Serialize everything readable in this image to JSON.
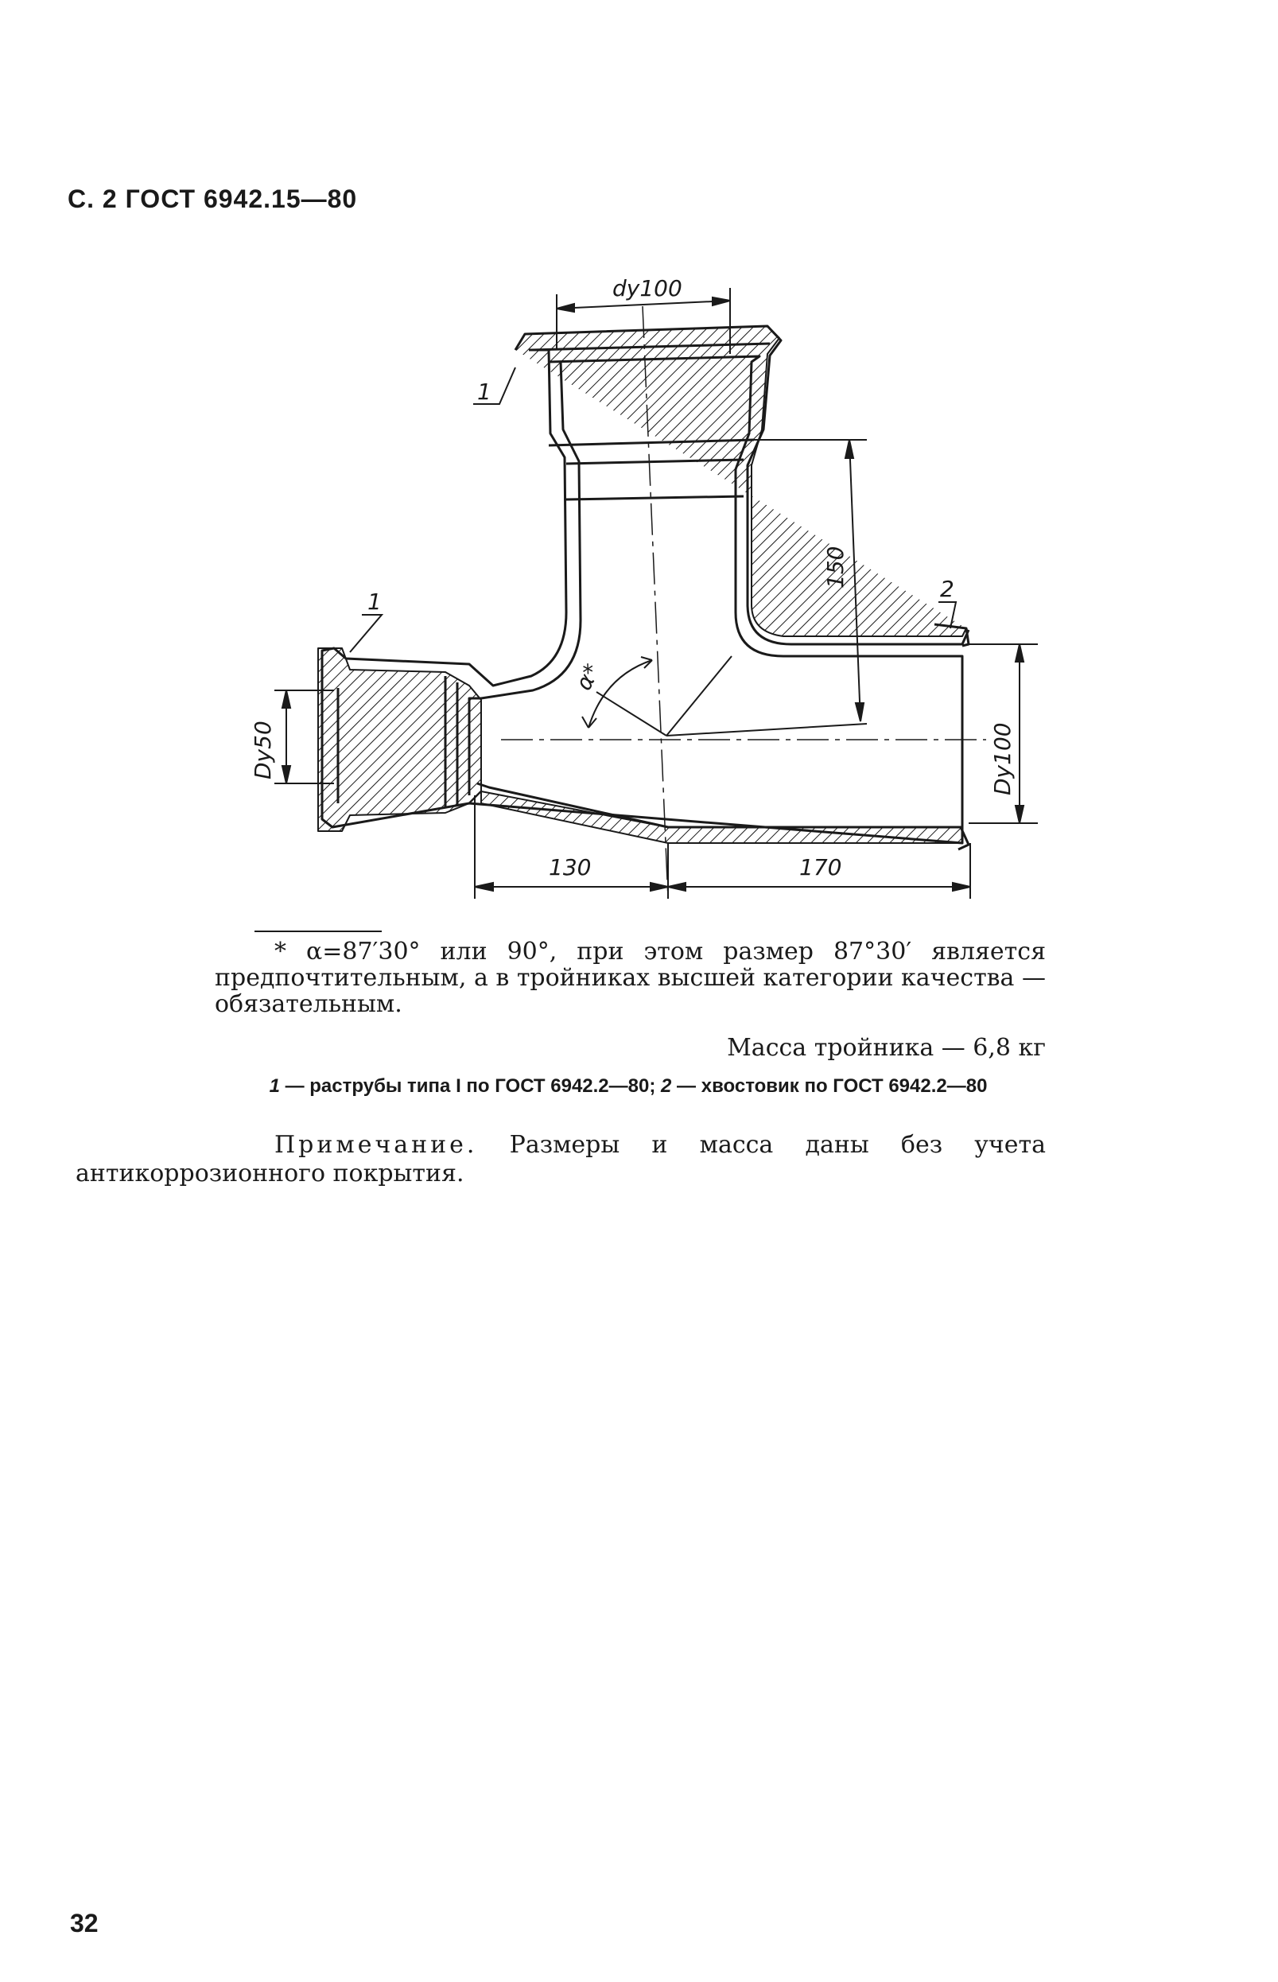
{
  "header": {
    "text": "С. 2 ГОСТ 6942.15—80"
  },
  "drawing": {
    "labels": {
      "top_socket_diameter": "dy100",
      "branch_height": "150",
      "left_socket_diameter": "Dy50",
      "right_diameter": "Dy100",
      "left_length": "130",
      "right_length": "170",
      "angle": "α*",
      "callout_socket_top": "1",
      "callout_socket_left": "1",
      "callout_spigot": "2"
    }
  },
  "footnote": {
    "text": "* α=87′30° или 90°, при этом размер 87°30′ является предпочтительным, а в тройниках высшей категории качества — обязательным."
  },
  "mass": {
    "text": "Масса тройника — 6,8 кг"
  },
  "legend": {
    "lead": "1",
    "text": "— раструбы типа I по ГОСТ 6942.2—80;",
    "lead2": "2",
    "text2": "— хвостовик по ГОСТ 6942.2—80"
  },
  "note": {
    "label": "Примечание.",
    "text": "Размеры и масса даны без учета антикоррозионного покрытия."
  },
  "page_number": "32"
}
